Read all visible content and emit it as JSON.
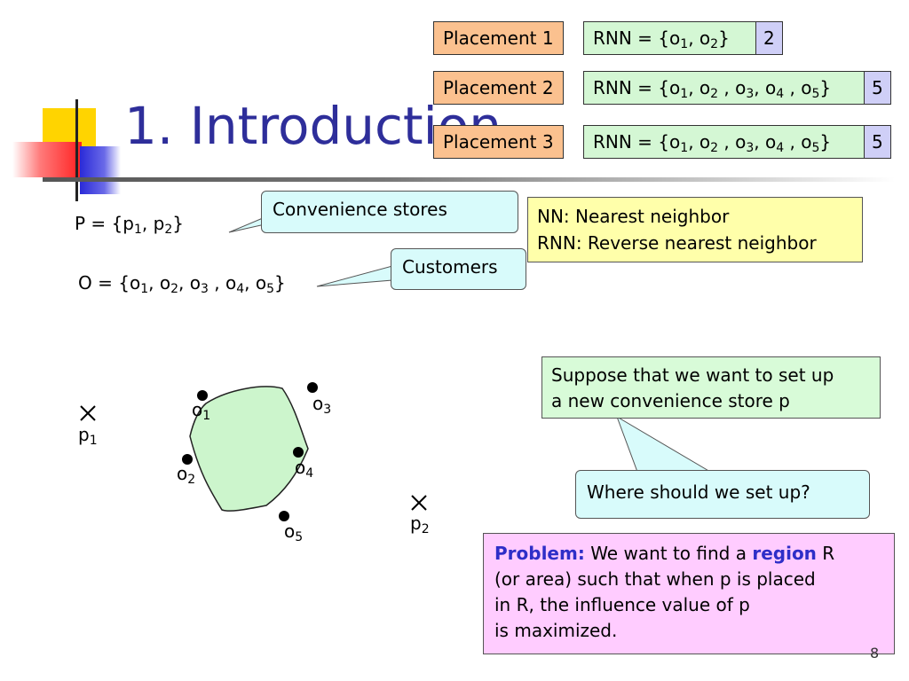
{
  "title": "1. Introduction",
  "placements": [
    {
      "label": "Placement 1",
      "rnn_prefix": "RNN = {",
      "rnn_items": [
        "o1",
        "o2"
      ],
      "count": "2"
    },
    {
      "label": "Placement 2",
      "rnn_prefix": "RNN = {",
      "rnn_items": [
        "o1",
        "o2",
        "o3",
        "o4",
        "o5"
      ],
      "count": "5"
    },
    {
      "label": "Placement 3",
      "rnn_prefix": "RNN = {",
      "rnn_items": [
        "o1",
        "o2",
        "o3",
        "o4",
        "o5"
      ],
      "count": "5"
    }
  ],
  "sets": {
    "P": {
      "prefix": "P = {",
      "items": [
        "p1",
        "p2"
      ]
    },
    "O": {
      "prefix": "O = {",
      "items": [
        "o1",
        "o2",
        "o3",
        "o4",
        "o5"
      ]
    }
  },
  "callouts": {
    "stores": "Convenience stores",
    "customers": "Customers",
    "where": "Where should we set up?"
  },
  "legend": {
    "nn": "NN: Nearest neighbor",
    "rnn": "RNN: Reverse nearest neighbor"
  },
  "suppose": {
    "line1": "Suppose that we want to set up",
    "line2": "a new convenience store p"
  },
  "problem": {
    "label": "Problem:",
    "t1": " We want to find a ",
    "kw": "region",
    "t2": " R",
    "line2": "(or area) such that when p is placed",
    "line3": "in R, the influence value of p",
    "line4": "is maximized."
  },
  "points": {
    "o1": {
      "base": "o",
      "sub": "1"
    },
    "o2": {
      "base": "o",
      "sub": "2"
    },
    "o3": {
      "base": "o",
      "sub": "3"
    },
    "o4": {
      "base": "o",
      "sub": "4"
    },
    "o5": {
      "base": "o",
      "sub": "5"
    },
    "p1": {
      "base": "p",
      "sub": "1"
    },
    "p2": {
      "base": "p",
      "sub": "2"
    }
  },
  "slide_number": "8",
  "colors": {
    "title": "#2e2e9a",
    "placement_bg": "#fbc18f",
    "rnn_bg": "#d4f7d4",
    "count_bg": "#cfcff7",
    "callout_bg": "#d8fbfb",
    "legend_bg": "#ffffaa",
    "suppose_bg": "#d8fbd8",
    "problem_bg": "#ffccff",
    "region_fill": "#ccf5cc",
    "keyword": "#2e2ec8"
  }
}
